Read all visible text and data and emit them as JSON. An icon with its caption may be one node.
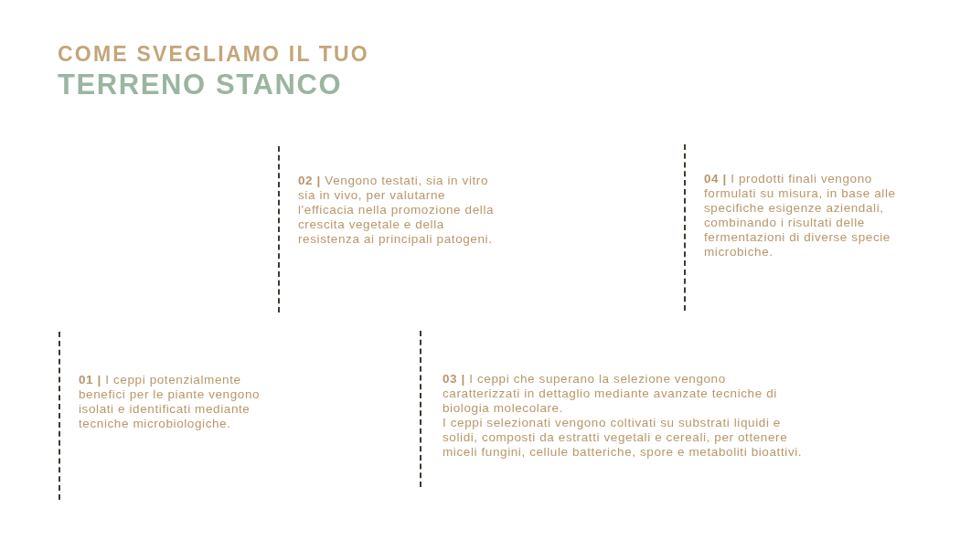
{
  "diagram": {
    "nodes": [
      {
        "text": [
          "**02 |** Vengono testati, sia in vitro sia in vivo, per valutarne l'efficacia nella promozione della crescita vegetale e della resistenza ai principali patogeni."
        ]
      },
      {
        "text": [
          "**04 |** I prodotti finali vengono formulati su misura, in base alle specifiche esigenze aziendali, combinando i risultati delle fermentazioni di diverse specie microbiche."
        ]
      },
      {
        "text": [
          "**01 |** I ceppi potenzialmente benefici per le piante vengono isolati e identificati mediante tecniche microbiologiche."
        ]
      },
      {
        "text": [
          "**03 |** I ceppi che superano la selezione vengono caratterizzati in dettaglio mediante avanzate tecniche di biologia molecolare.",
          "I ceppi selezionati vengono coltivati su substrati liquidi e solidi, composti da estratti vegetali e cereali, per ottenere miceli fungini, cellule batteriche, spore e metaboliti bioattivi."
        ]
      }
    ],
    "labels": [
      "COME SVEGLIAMO IL TUO",
      "TERRENO STANCO"
    ]
  }
}
